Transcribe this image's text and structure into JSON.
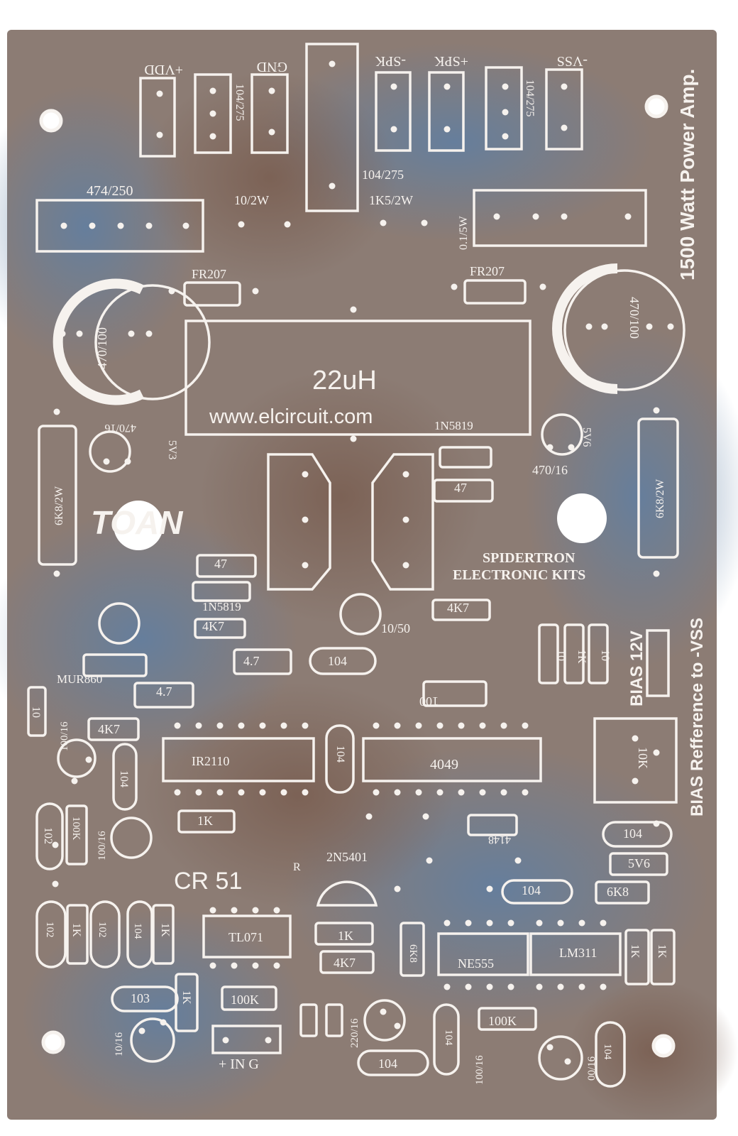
{
  "board": {
    "title": "1500 Watt Power Amp.",
    "website": "www.elcircuit.com",
    "inductor": "22uH",
    "logo_text": "TOAN",
    "brand_line1": "SPIDERTRON",
    "brand_line2": "ELECTRONIC KITS",
    "board_code": "CR 51",
    "bias_ref": "BIAS Refference to -VSS",
    "bias_12v": "BIAS 12V",
    "colors": {
      "substrate": "#8c7c74",
      "silkscreen": "#f6f2ee",
      "blue_tint": "#5f7fa3",
      "background": "#ffffff"
    }
  },
  "terminals": {
    "vdd": "+VDD",
    "gnd": "GND",
    "spk_minus": "-SPK",
    "spk_plus": "+SPK",
    "vss": "-VSS",
    "input": "+ IN G"
  },
  "components": {
    "cap_104_275_left": "104/275",
    "cap_104_275_right": "104/275",
    "cap_104_275_mid": "104/275",
    "cap_474_250": "474/250",
    "res_10_2w": "10/2W",
    "res_1k5_2w": "1K5/2W",
    "res_01_5w": "0.1/5W",
    "fr207_left": "FR207",
    "fr207_right": "FR207",
    "ecap_470_100_left": "470/100",
    "ecap_470_100_right": "470/100",
    "ecap_470_16_left": "470/16",
    "zener_5v3": "5V3",
    "zener_5v6_top": "5V6",
    "ecap_470_16_right": "470/16",
    "res_6k8_2w_left": "6K8/2W",
    "res_6k8_2w_right": "6K8/2W",
    "diode_1n5819_top": "1N5819",
    "res_47_right": "47",
    "res_47_left": "47",
    "diode_1n5819_mid": "1N5819",
    "res_4k7_a": "4K7",
    "res_4k7_b": "4K7",
    "ecap_10_50": "10/50",
    "res_10_bias": "10",
    "res_1k_bias": "1K",
    "res_10_bias2": "10",
    "mur860": "MUR860",
    "res_4_7_a": "4.7",
    "res_4_7_b": "4.7",
    "cap_104_a": "104",
    "res_100": "100",
    "res_10_left": "10",
    "ecap_100_16_a": "100/16",
    "res_4k7_c": "4K7",
    "ic_ir2110": "IR2110",
    "ic_4049": "4049",
    "cap_104_vert_a": "104",
    "cap_104_vert_b": "104",
    "pot_10k": "10K",
    "cap_102_a": "102",
    "res_100k_a": "100K",
    "ecap_100_16_b": "100/16",
    "res_1k_a": "1K",
    "diode_4148": "4148",
    "cap_104_b": "104",
    "zener_5v6": "5V6",
    "led_r": "R",
    "q_2n5401": "2N5401",
    "cap_104_c": "104",
    "res_6k8": "6K8",
    "cap_102_b": "102",
    "res_1k_b": "1K",
    "cap_102_c": "102",
    "cap_104_vert_c": "104",
    "res_1k_c": "1K",
    "ic_tl071": "TL071",
    "res_1k_d": "1K",
    "res_4k7_d": "4K7",
    "res_6k8_vert": "6K8",
    "ic_ne555": "NE555",
    "ic_lm311": "LM311",
    "res_1k_e": "1K",
    "res_1k_f": "1K",
    "cap_103": "103",
    "res_1k_g": "1K",
    "res_100k_b": "100K",
    "ecap_220_16": "220/16",
    "ecap_10_16": "10/16",
    "cap_104_vert_d": "104",
    "res_100k_c": "100K",
    "ecap_100_16_c": "100/16",
    "ecap_100_16_d": "00/16",
    "cap_104_vert_e": "104",
    "cap_104_d": "104"
  }
}
